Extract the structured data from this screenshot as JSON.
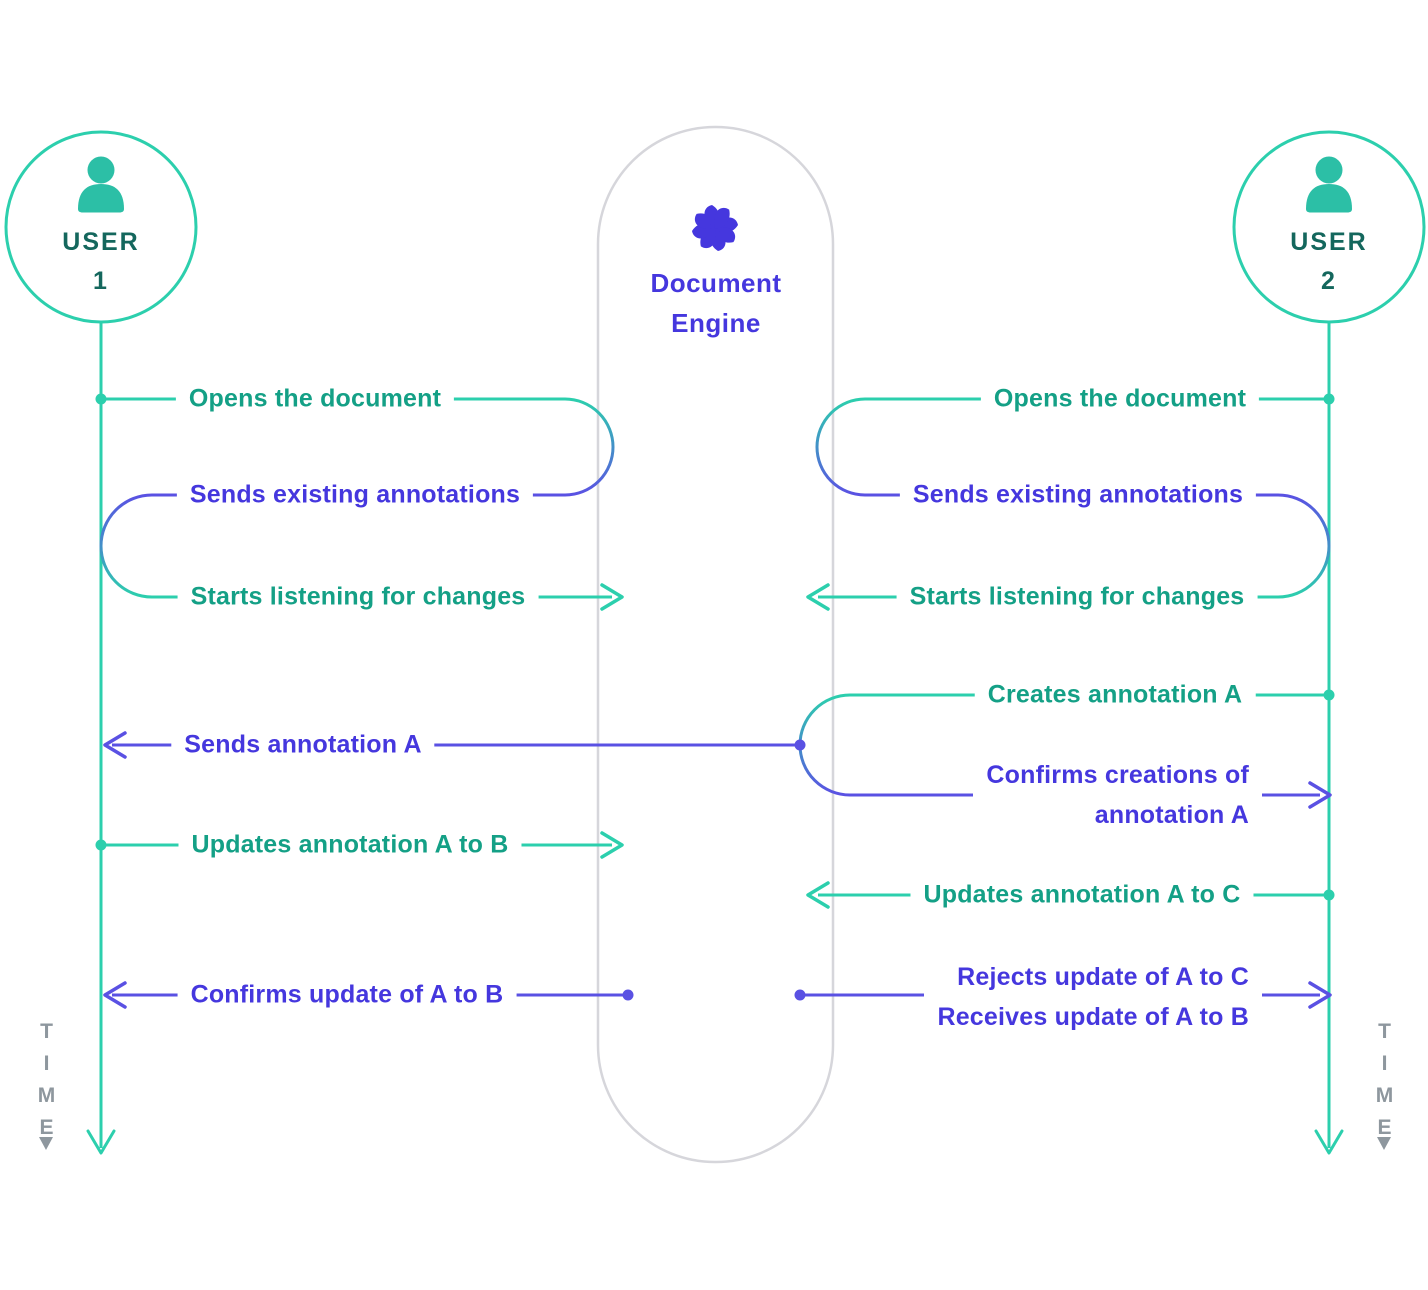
{
  "colors": {
    "background": "#FFFFFF",
    "teal_line": "#2CCFAD",
    "teal_text": "#14A086",
    "purple_line": "#5A51E3",
    "purple_text": "#4537DE",
    "actor_text": "#14675D",
    "engine_border": "#D6D6DB",
    "muted": "#8E979E"
  },
  "actors": {
    "user1": {
      "name_line1": "USER",
      "name_line2": "1",
      "icon": "person-icon"
    },
    "user2": {
      "name_line1": "USER",
      "name_line2": "2",
      "icon": "person-icon"
    },
    "engine": {
      "name_line1": "Document",
      "name_line2": "Engine",
      "icon": "pinwheel-icon"
    }
  },
  "axis": {
    "time_label": "TIME",
    "direction_icon": "down-triangle-icon"
  },
  "messages": {
    "left": [
      {
        "label": "Opens the document",
        "color": "teal"
      },
      {
        "label": "Sends existing annotations",
        "color": "purple"
      },
      {
        "label": "Starts listening for changes",
        "color": "teal"
      },
      {
        "label": "Sends annotation A",
        "color": "purple"
      },
      {
        "label": "Updates annotation A to B",
        "color": "teal"
      },
      {
        "label": "Confirms update of A to B",
        "color": "purple"
      }
    ],
    "right": [
      {
        "label": "Opens the document",
        "color": "teal"
      },
      {
        "label": "Sends existing annotations",
        "color": "purple"
      },
      {
        "label": "Starts listening for changes",
        "color": "teal"
      },
      {
        "label": "Creates annotation A",
        "color": "teal"
      },
      {
        "label_line1": "Confirms creations of",
        "label_line2": "annotation A",
        "color": "purple"
      },
      {
        "label": "Updates annotation A to C",
        "color": "teal"
      },
      {
        "label_line1": "Rejects update of A to C",
        "label_line2": "Receives update of A to B",
        "color": "purple"
      }
    ]
  }
}
